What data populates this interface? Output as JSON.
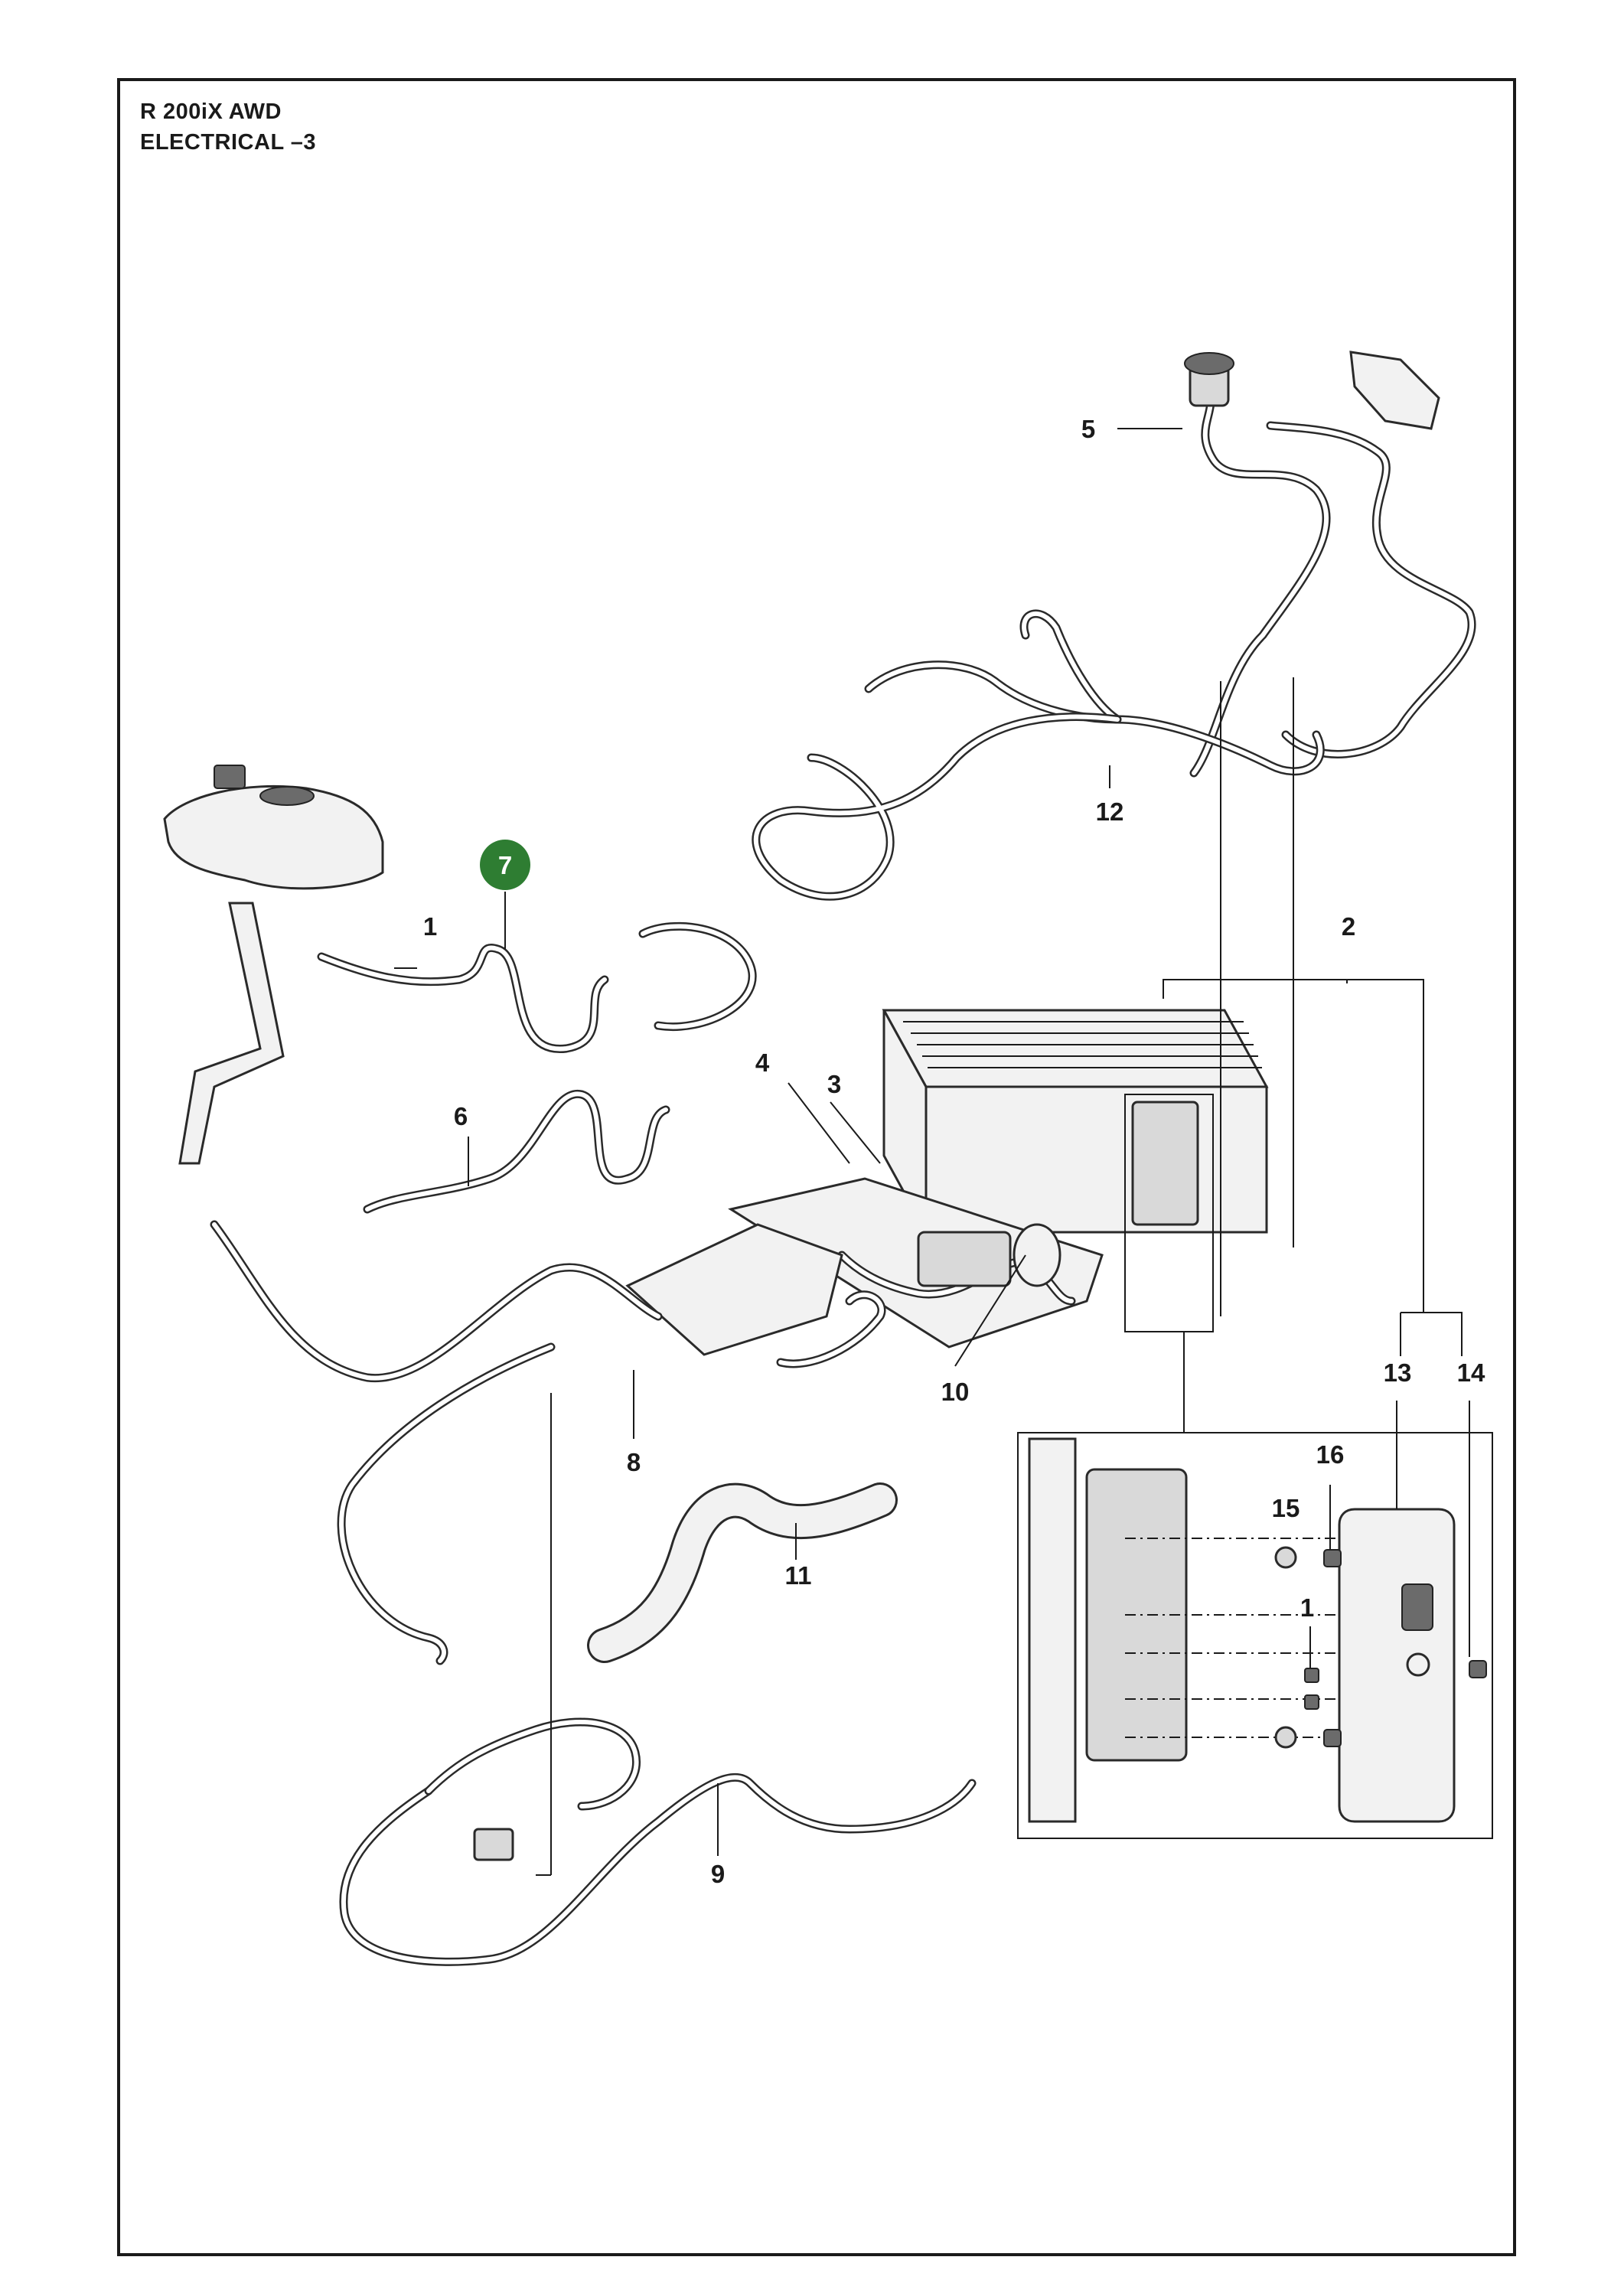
{
  "header": {
    "model": "R 200iX AWD",
    "section": "ELECTRICAL –3"
  },
  "highlight_color": "#2e7d32",
  "callouts": {
    "c1a": "1",
    "c1b": "1",
    "c2": "2",
    "c3": "3",
    "c4": "4",
    "c5": "5",
    "c6": "6",
    "c7": "7",
    "c8": "8",
    "c9": "9",
    "c10": "10",
    "c11": "11",
    "c12": "12",
    "c13": "13",
    "c14": "14",
    "c15": "15",
    "c16": "16"
  },
  "parts": [
    {
      "ref": "1",
      "name": "screw"
    },
    {
      "ref": "2",
      "name": "battery-box"
    },
    {
      "ref": "3",
      "name": "fuse-holder-cable"
    },
    {
      "ref": "4",
      "name": "cable"
    },
    {
      "ref": "5",
      "name": "charging-socket-harness"
    },
    {
      "ref": "6",
      "name": "cable"
    },
    {
      "ref": "7",
      "name": "wiring-harness"
    },
    {
      "ref": "8",
      "name": "wiring-harness"
    },
    {
      "ref": "9",
      "name": "wiring-harness"
    },
    {
      "ref": "10",
      "name": "battery-cable"
    },
    {
      "ref": "11",
      "name": "hose"
    },
    {
      "ref": "12",
      "name": "wiring-harness"
    },
    {
      "ref": "13",
      "name": "cover"
    },
    {
      "ref": "14",
      "name": "screw"
    },
    {
      "ref": "15",
      "name": "washer"
    },
    {
      "ref": "16",
      "name": "screw"
    }
  ]
}
